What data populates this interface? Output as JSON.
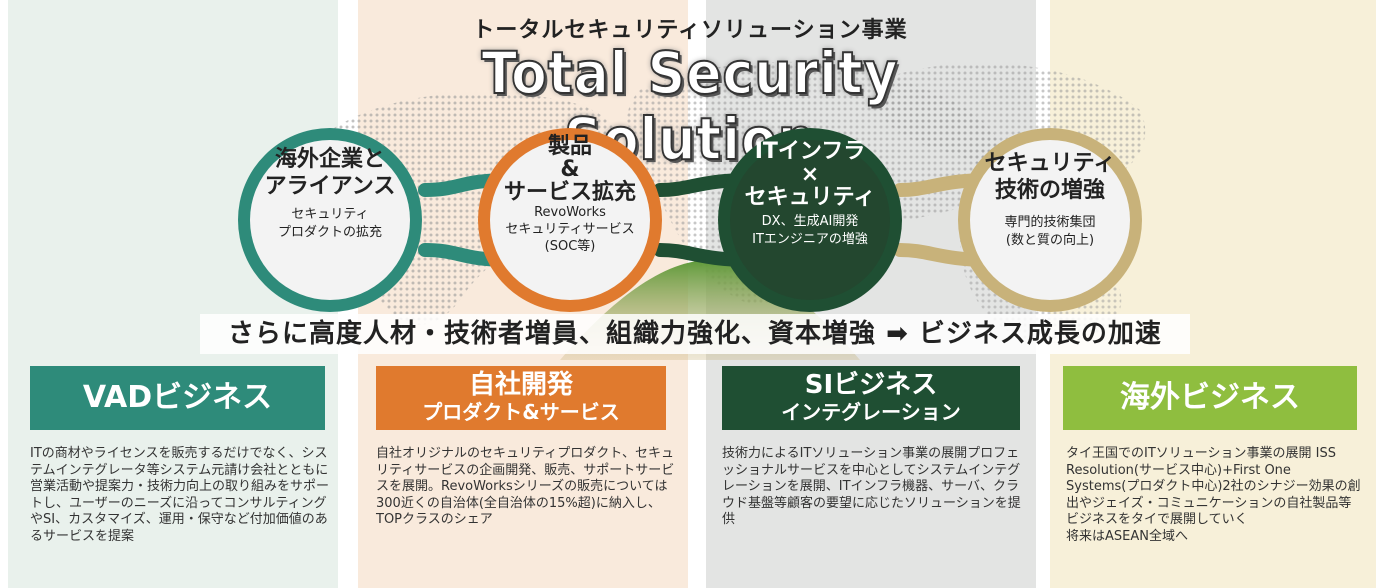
{
  "title_jp": "トータルセキュリティソリューション事業",
  "title_en": "Total Security Solution",
  "circles": [
    {
      "heading": "海外企業と\nアライアンス",
      "sub": "セキュリティ\nプロダクトの拡充",
      "color": "#2e8b7a"
    },
    {
      "heading": "製品\n&\nサービス拡充",
      "sub": "RevoWorks\nセキュリティサービス\n(SOC等)",
      "color": "#e07a2e"
    },
    {
      "heading": "ITインフラ\n×\nセキュリティ",
      "sub": "DX、生成AI開発\nITエンジニアの増強",
      "color": "#1f4f33"
    },
    {
      "heading": "セキュリティ\n技術の増強",
      "sub": "専門的技術集団\n(数と質の向上)",
      "color": "#c8b27a"
    }
  ],
  "banner": "さらに高度人材・技術者増員、組織力強化、資本増強 ➡ ビジネス成長の加速",
  "businesses": [
    {
      "title": "VADビジネス",
      "subtitle": "",
      "color": "#2e8b7a",
      "desc": "ITの商材やライセンスを販売するだけでなく、システムインテグレータ等システム元請け会社とともに営業活動や提案力・技術力向上の取り組みをサポートし、ユーザーのニーズに沿ってコンサルティングやSI、カスタマイズ、運用・保守など付加価値のあるサービスを提案"
    },
    {
      "title": "自社開発",
      "subtitle": "プロダクト&サービス",
      "color": "#e07a2e",
      "desc": "自社オリジナルのセキュリティプロダクト、セキュリティサービスの企画開発、販売、サポートサービスを展開。RevoWorksシリーズの販売については300近くの自治体(全自治体の15%超)に納入し、TOPクラスのシェア"
    },
    {
      "title": "SIビジネス",
      "subtitle": "インテグレーション",
      "color": "#1f4f33",
      "desc": "技術力によるITソリューション事業の展開プロフェッショナルサービスを中心としてシステムインテグレーションを展開、ITインフラ機器、サーバ、クラウド基盤等顧客の要望に応じたソリューションを提供"
    },
    {
      "title": "海外ビジネス",
      "subtitle": "",
      "color": "#8fbe3f",
      "desc": "タイ王国でのITソリューション事業の展開 ISS Resolution(サービス中心)+First One Systems(プロダクト中心)2社のシナジー効果の創出やジェイズ・コミュニケーションの自社製品等ビジネスをタイで展開していく\n将来はASEAN全域へ"
    }
  ]
}
